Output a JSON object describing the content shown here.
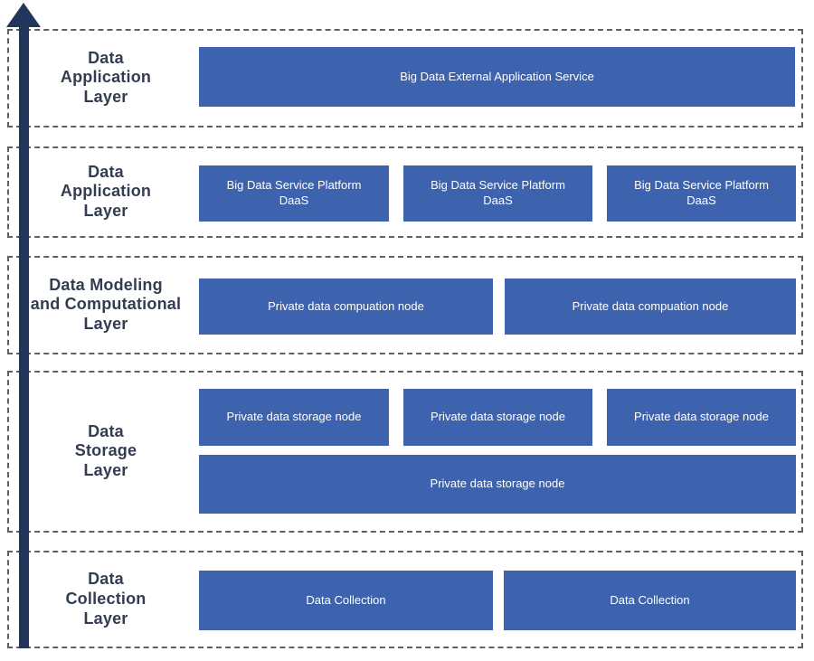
{
  "colors": {
    "node_fill": "#3e63ae",
    "node_text": "#ffffff",
    "arrow": "#22365c",
    "dashed_border": "#59606e",
    "label_text": "#333d52",
    "background": "#ffffff"
  },
  "arrow": {
    "direction": "up"
  },
  "layers": [
    {
      "label": "Data\nApplication\nLayer",
      "nodes": [
        "Big Data External Application Service"
      ]
    },
    {
      "label": "Data\nApplication\nLayer",
      "nodes": [
        "Big Data Service Platform\nDaaS",
        "Big Data Service Platform\nDaaS",
        "Big Data Service Platform\nDaaS"
      ]
    },
    {
      "label": "Data Modeling\nand Computational\nLayer",
      "nodes": [
        "Private data compuation node",
        "Private data compuation node"
      ]
    },
    {
      "label": "Data\nStorage\nLayer",
      "nodes": [
        "Private data storage node",
        "Private data storage node",
        "Private data storage node",
        "Private data storage node"
      ]
    },
    {
      "label": "Data\nCollection\nLayer",
      "nodes": [
        "Data Collection",
        "Data Collection"
      ]
    }
  ]
}
